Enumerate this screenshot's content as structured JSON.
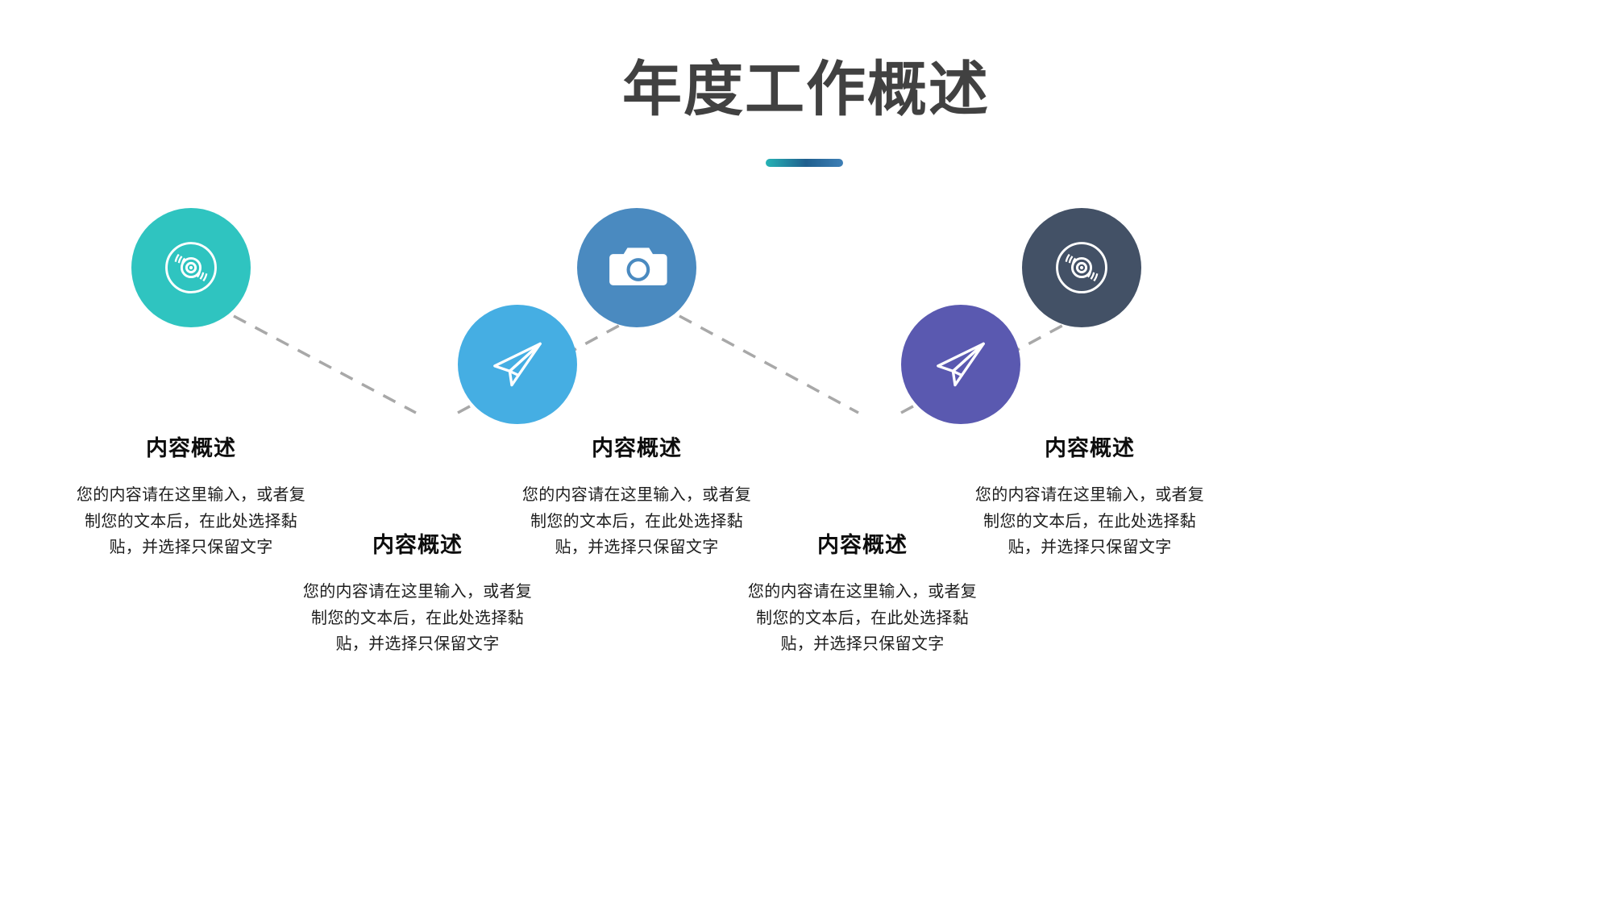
{
  "slide": {
    "title": "年度工作概述",
    "background_color": "#ffffff",
    "title_color": "#414141",
    "accent_gradient": [
      "#26b3b5",
      "#1f5f8e",
      "#3e7fb6"
    ],
    "connector_color": "#a8a8a8"
  },
  "items": [
    {
      "icon": "vinyl-record-icon",
      "circle_color": "#2fc4c0",
      "heading": "内容概述",
      "body": "您的内容请在这里输入，或者复制您的文本后，在此处选择黏贴，并选择只保留文字"
    },
    {
      "icon": "paper-plane-icon",
      "circle_color": "#45aee3",
      "heading": "内容概述",
      "body": "您的内容请在这里输入，或者复制您的文本后，在此处选择黏贴，并选择只保留文字"
    },
    {
      "icon": "camera-icon",
      "circle_color": "#4a8ac0",
      "heading": "内容概述",
      "body": "您的内容请在这里输入，或者复制您的文本后，在此处选择黏贴，并选择只保留文字"
    },
    {
      "icon": "paper-plane-icon",
      "circle_color": "#5a59b0",
      "heading": "内容概述",
      "body": "您的内容请在这里输入，或者复制您的文本后，在此处选择黏贴，并选择只保留文字"
    },
    {
      "icon": "vinyl-record-icon",
      "circle_color": "#435166",
      "heading": "内容概述",
      "body": "您的内容请在这里输入，或者复制您的文本后，在此处选择黏贴，并选择只保留文字"
    }
  ]
}
